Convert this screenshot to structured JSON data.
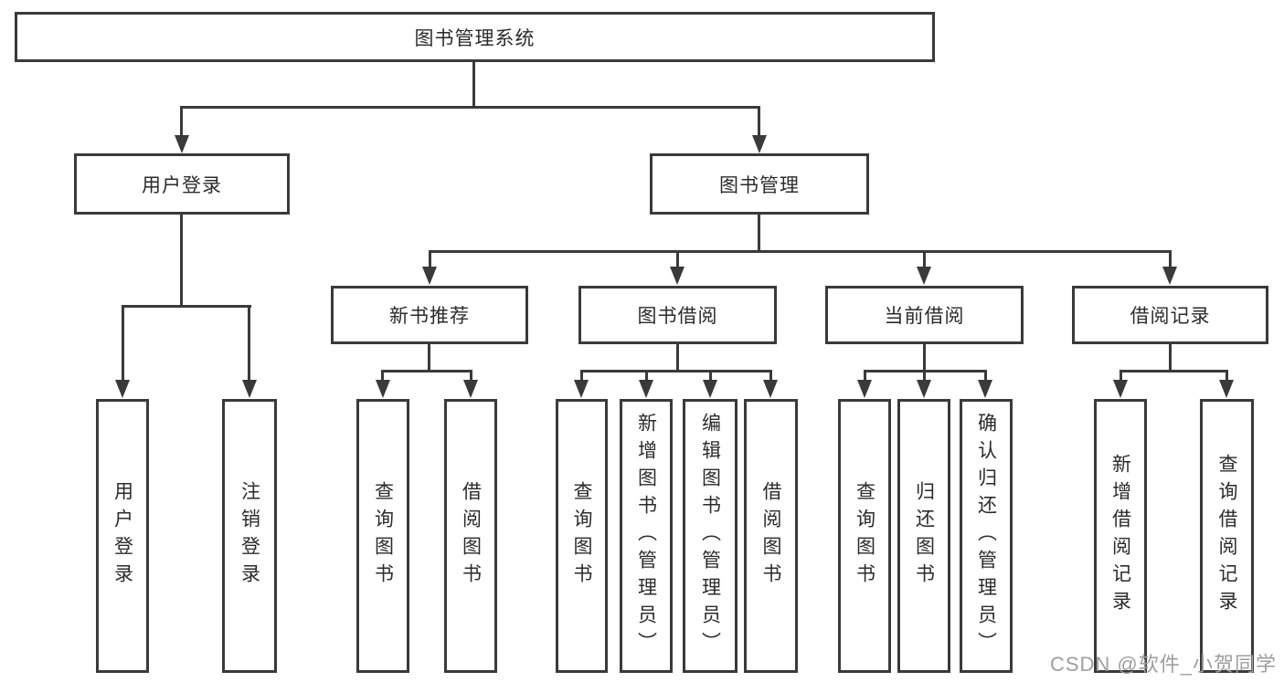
{
  "diagram": {
    "root": {
      "label": "图书管理系统"
    },
    "branches": [
      {
        "label": "用户登录",
        "children": [
          {
            "label": "用户登录"
          },
          {
            "label": "注销登录"
          }
        ]
      },
      {
        "label": "图书管理",
        "children": [
          {
            "label": "新书推荐",
            "children": [
              {
                "label": "查询图书"
              },
              {
                "label": "借阅图书"
              }
            ]
          },
          {
            "label": "图书借阅",
            "children": [
              {
                "label": "查询图书"
              },
              {
                "label": "新增图书（管理员）"
              },
              {
                "label": "编辑图书（管理员）"
              },
              {
                "label": "借阅图书"
              }
            ]
          },
          {
            "label": "当前借阅",
            "children": [
              {
                "label": "查询图书"
              },
              {
                "label": "归还图书"
              },
              {
                "label": "确认归还（管理员）"
              }
            ]
          },
          {
            "label": "借阅记录",
            "children": [
              {
                "label": "新增借阅记录"
              },
              {
                "label": "查询借阅记录"
              }
            ]
          }
        ]
      }
    ]
  },
  "watermark": {
    "text": "CSDN @软件_小贺同学"
  },
  "colors": {
    "line": "#3a3a3a",
    "text": "#2b2b2b",
    "box_background": "#ffffff",
    "page_background": "#ffffff",
    "watermark": "#9e9e9e"
  }
}
